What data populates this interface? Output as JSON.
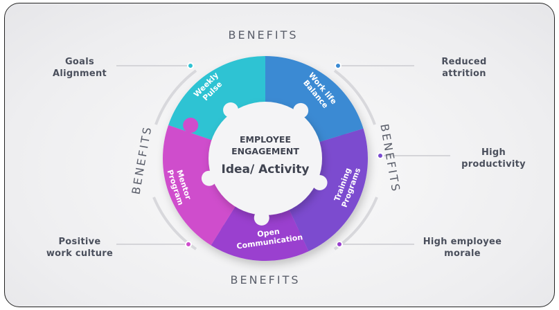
{
  "center": {
    "line1": "EMPLOYEE",
    "line2": "ENGAGEMENT",
    "line3": "Idea/ Activity"
  },
  "benefits_label": "BENEFITS",
  "segments": [
    {
      "l1": "Weekly",
      "l2": "Pulse",
      "color": "#2fc3d3"
    },
    {
      "l1": "Work life",
      "l2": "Balance",
      "color": "#3a8ad3"
    },
    {
      "l1": "Training",
      "l2": "Programs",
      "color": "#7b4ccf"
    },
    {
      "l1": "Open",
      "l2": "Communication",
      "color": "#9a3fcf"
    },
    {
      "l1": "Mentor",
      "l2": "Program",
      "color": "#cf4dcc"
    }
  ],
  "outcomes": {
    "goals": {
      "l1": "Goals",
      "l2": "Alignment"
    },
    "culture": {
      "l1": "Positive",
      "l2": "work culture"
    },
    "attrition": {
      "l1": "Reduced",
      "l2": "attrition"
    },
    "productivity": {
      "l1": "High",
      "l2": "productivity"
    },
    "morale": {
      "l1": "High employee",
      "l2": "morale"
    }
  }
}
